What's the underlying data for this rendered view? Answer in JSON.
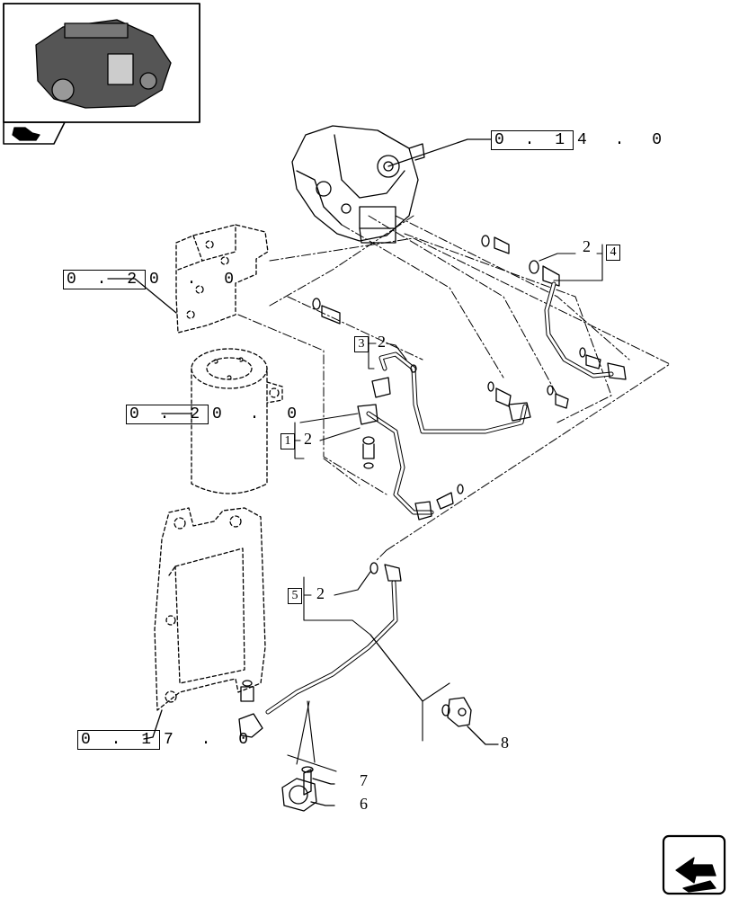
{
  "references": [
    {
      "id": "ref-0-14-0",
      "boxed": "0 . 1",
      "tail": "4 . 0"
    },
    {
      "id": "ref-0-20-0-a",
      "boxed": "0 . 2",
      "tail": "0 . 0"
    },
    {
      "id": "ref-0-20-0-b",
      "boxed": "0 . 2",
      "tail": "0 . 0"
    },
    {
      "id": "ref-0-17-0",
      "boxed": "0 . 1",
      "tail": "7 . 0"
    }
  ],
  "item_boxes": [
    "1",
    "3",
    "4",
    "5"
  ],
  "item_numbers": [
    "2",
    "2",
    "2",
    "2",
    "6",
    "7",
    "8"
  ]
}
